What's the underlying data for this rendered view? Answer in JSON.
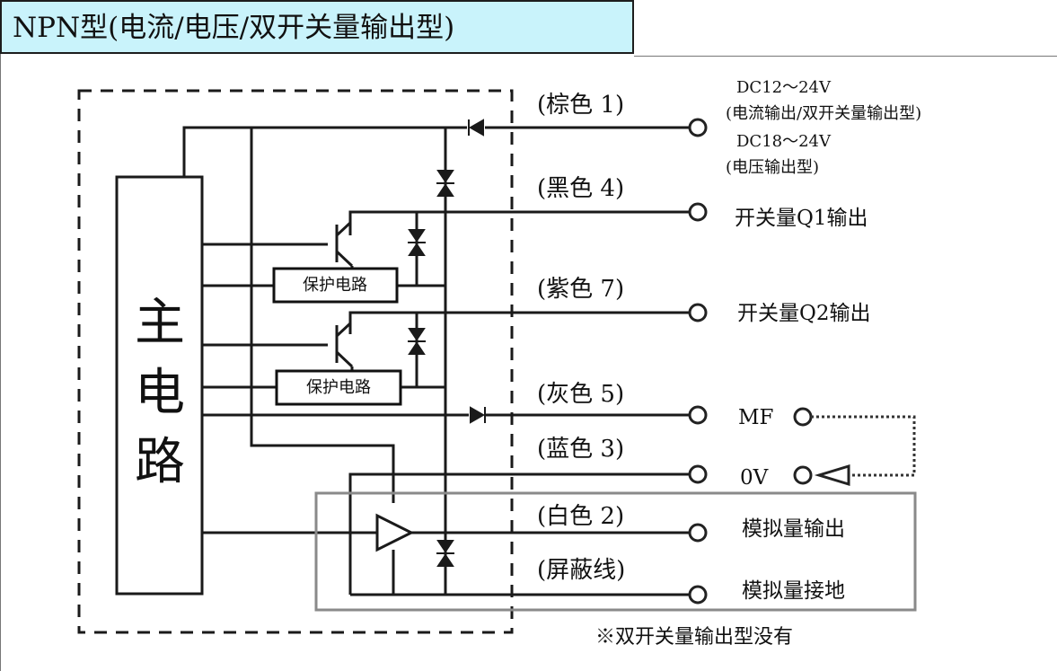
{
  "title": "NPN型(电流/电压/双开关量输出型)",
  "main_circuit_label": "主电路",
  "protection_circuits": [
    "保护电路",
    "保护电路"
  ],
  "wires": [
    {
      "color_label": "(棕色 1)",
      "output": ""
    },
    {
      "color_label": "(黑色 4)",
      "output": "开关量Q1输出"
    },
    {
      "color_label": "(紫色 7)",
      "output": "开关量Q2输出"
    },
    {
      "color_label": "(灰色 5)",
      "output": "MF"
    },
    {
      "color_label": "(蓝色 3)",
      "output": "0V"
    },
    {
      "color_label": "(白色 2)",
      "output": "模拟量输出"
    },
    {
      "color_label": "(屏蔽线)",
      "output": "模拟量接地"
    }
  ],
  "supply_notes": [
    "DC12～24V",
    "(电流输出/双开关量输出型)",
    "DC18～24V",
    "(电压输出型)"
  ],
  "footnote": "※双开关量输出型没有"
}
